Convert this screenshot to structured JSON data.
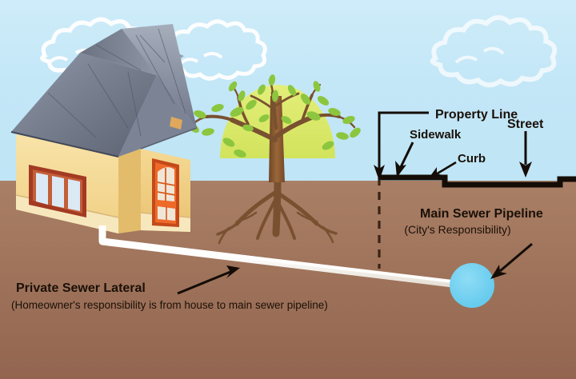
{
  "diagram": {
    "title_visible": false,
    "colors": {
      "sky": "#c4e8f7",
      "sky_top": "#cdeaf8",
      "soil_top": "#a5795f",
      "soil_bottom": "#946751",
      "cloud": "#ffffff",
      "tree_canopy": "#dbe86a",
      "tree_leaf": "#8cc63f",
      "tree_trunk": "#8a5a32",
      "tree_root": "#7d5230",
      "house_wall": "#f5d88e",
      "house_wall_shadow": "#e8c46f",
      "house_trim": "#f7e7bd",
      "roof_dark": "#5a5f6e",
      "roof_light": "#9ba4b3",
      "window_frame": "#a33a22",
      "window_glass": "#d9e8f5",
      "door": "#e8551c",
      "pipe_lateral": "#ffffff",
      "pipe_main": "#6ecff0",
      "ground_line": "#1a1008",
      "arrow": "#1a1008",
      "text": "#1a1008"
    },
    "labels": {
      "property_line": "Property Line",
      "sidewalk": "Sidewalk",
      "curb": "Curb",
      "street": "Street",
      "main_sewer_title": "Main Sewer Pipeline",
      "main_sewer_sub": "(City's Responsibility)",
      "private_lateral_title": "Private Sewer Lateral",
      "private_lateral_sub": "(Homeowner's responsibility is from house to main sewer pipeline)"
    },
    "elements": {
      "house": "single-family-house",
      "tree": "deciduous-tree-with-roots",
      "clouds": 3,
      "main_pipe_shape": "circle-cross-section",
      "lateral_pipe_shape": "bent-line-from-house-to-main"
    }
  }
}
